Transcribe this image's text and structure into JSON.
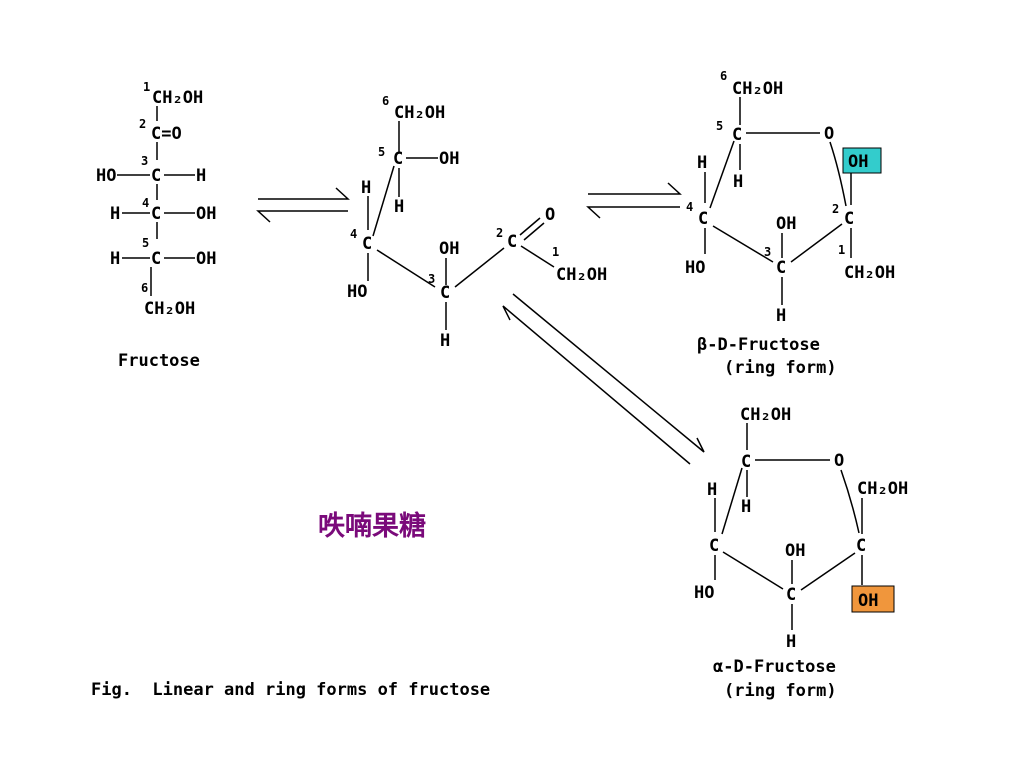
{
  "linear": {
    "c1_num": "1",
    "c1_label": "CH₂OH",
    "c2_num": "2",
    "c2_label": "C=O",
    "c3_num": "3",
    "c3_left": "HO",
    "c3_label": "C",
    "c3_right": "H",
    "c4_num": "4",
    "c4_left": "H",
    "c4_label": "C",
    "c4_right": "OH",
    "c5_num": "5",
    "c5_left": "H",
    "c5_label": "C",
    "c5_right": "OH",
    "c6_num": "6",
    "c6_label": "CH₂OH",
    "name": "Fructose"
  },
  "intermediate": {
    "c6_num": "6",
    "c6_label": "CH₂OH",
    "c5_num": "5",
    "c5_label": "C",
    "c5_oh": "OH",
    "c5_h": "H",
    "c4_num": "4",
    "c4_label": "C",
    "c4_h": "H",
    "c4_ho": "HO",
    "c3_num": "3",
    "c3_label": "C",
    "c3_oh": "OH",
    "c3_h": "H",
    "c2_num": "2",
    "c2_label": "C",
    "c2_o": "O",
    "c1_num": "1",
    "c1_label": "CH₂OH"
  },
  "beta": {
    "c6_num": "6",
    "c6_label": "CH₂OH",
    "c5_num": "5",
    "c5_label": "C",
    "c5_h": "H",
    "ring_o": "O",
    "anomeric_oh": "OH",
    "c4_num": "4",
    "c4_label": "C",
    "c4_h": "H",
    "c4_ho": "HO",
    "c3_num": "3",
    "c3_label": "C",
    "c3_oh": "OH",
    "c3_h": "H",
    "c2_num": "2",
    "c2_label": "C",
    "c1_num": "1",
    "c1_label": "CH₂OH",
    "name": "β-D-Fructose",
    "form": "(ring form)",
    "highlight_color": "#33cccc"
  },
  "alpha": {
    "top_label": "CH₂OH",
    "c5_label": "C",
    "c5_h": "H",
    "ring_o": "O",
    "right_label": "CH₂OH",
    "c4_label": "C",
    "c4_h": "H",
    "c4_ho": "HO",
    "c3_label": "C",
    "c3_oh": "OH",
    "c3_h": "H",
    "c2_label": "C",
    "anomeric_oh": "OH",
    "name": "α-D-Fructose",
    "form": "(ring form)",
    "highlight_color": "#f0963c"
  },
  "chinese_label": "呹喃果糖",
  "caption": "Fig.  Linear and ring forms of fructose"
}
